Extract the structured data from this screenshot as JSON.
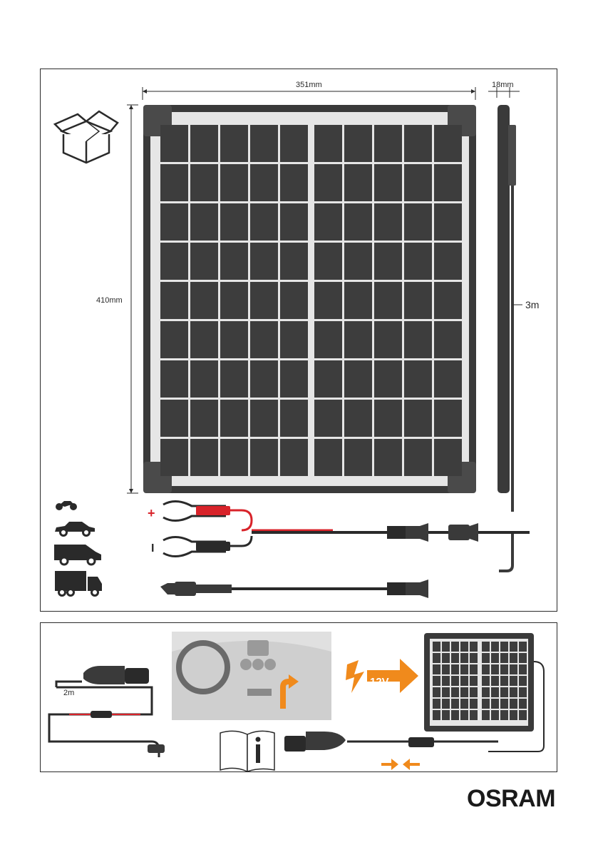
{
  "dimensions": {
    "width_label": "351mm",
    "height_label": "410mm",
    "depth_label": "18mm",
    "cable_length_label": "3m"
  },
  "accessories": {
    "clamp_plus": "+",
    "clamp_minus": "I"
  },
  "install": {
    "cable_length_label": "2m",
    "voltage_label": "12V"
  },
  "vehicles": [
    "motorcycle-icon",
    "car-icon",
    "van-icon",
    "truck-icon"
  ],
  "brand": {
    "name": "OSRAM"
  },
  "colors": {
    "accent_orange": "#f08a1c",
    "clamp_red": "#d8232a",
    "panel_frame": "#3a3a3a",
    "cell_dark": "#3d3d3d"
  }
}
